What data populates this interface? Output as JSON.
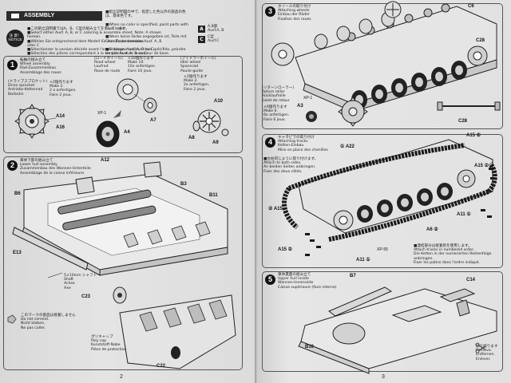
{
  "left_page": {
    "header": {
      "assembly_title": "ASSEMBLY",
      "intro_lines": [
        "■組立説明図の中で、指定した色以外の部品の色は、基本色です。",
        "■When no color is specified, paint parts with base color.",
        "■Wenn keine Farbe angegeben ist, Teile mit Grundfarbe bemalen.",
        "■Si aucune couleur n'est spécifiée, peindre les pièces avec la couleur de base."
      ],
      "codes": [
        {
          "code": "A",
          "text": "A,B部\nAusf.A, B"
        },
        {
          "code": "C",
          "text": "C型\nAusf.C"
        }
      ],
      "notice_label": "注 意！\nNOTICE",
      "notice_lines": [
        "■この組立説明書ではA、B、C型の組み立てを示しています。",
        "■Select either Ausf. A, B, or C coloring & assemble sheet. Note: A shown hereon.",
        "■Wählen Sie entsprechend dem Modell für den Zusammenbau Ausf. A, B oder C",
        "■Sélectionner la version désirée avant l'assemblage. Ausf. A, B ou C",
        "■Sélection des pièces correspondant à la version Ausf. A, B ou C."
      ]
    },
    "step1": {
      "num": "1",
      "title": "転輪の組み立て\nWheel assembly\nRad-Zusammenbau\nAssemblage des roues",
      "road_wheel": "(ロードホイール)\nRoad wheel\nLaufrad\nRoue de route",
      "road_wheel_note": "×10個作ります\nMake 10.\n10x anfertigen.\nFaire 10 jeux.",
      "idler": "(アイドラーホイール)\nIdler wheel\nSpannrad\nPoulie-guide",
      "idler_note": "×2個作ります\nMake 2.\n2x anfertigen.\nFaire 2 jeux.",
      "sprocket": "(ドライブスプロケット)\nDrive sprocket\nAntriebs-Kettenrad\nBarbotin",
      "sprocket_note": "×2個作ります\nMake 2.\n2 x anfertigen.\nFaire 2 jeux.",
      "xp_tag": "XP-1",
      "labels": [
        "A14",
        "A16",
        "A7",
        "A4",
        "A10",
        "A8",
        "A9"
      ]
    },
    "step2": {
      "num": "2",
      "title": "車体下部の組み立て\nLower hull assembly\nZusammenbau des Wannen-Unterteile\nAssemblage de la caisse inférieure",
      "labels": [
        "A12",
        "B3",
        "B6",
        "B11",
        "E13",
        "C23",
        "C22"
      ],
      "shaft_note": "5×10mm シャフト\nShaft\nAchse\nAxe",
      "no_cement": "このマークの部品は接着しません\nDo not cement.\nNicht kleben.\nNe pas coller.",
      "poly_cap": "ポリキャップ\nPoly cap\nKunststoff-Nabe\nPièce de protection"
    },
    "page_number": "2"
  },
  "right_page": {
    "step3": {
      "num": "3",
      "title": "ホイールの取り付け\nAttaching wheels\nEinbau der Räder\nFixation des roues",
      "return_roller": "(リターンローラー)\nReturn roller\nRücklaufrolle\nGalet de retour",
      "return_note": "×6個作ります\nMake 6.\n6x anfertigen.\nFaire 6 jeux.",
      "xp_tag": "XP-1",
      "labels": [
        "C6",
        "C28",
        "A3",
        "C28"
      ]
    },
    "step4": {
      "num": "4",
      "title": "キャタピラの取り付け\nAttaching tracks\nKetten-Einbau\nMise en place des chenilles",
      "left_right": "■左右同じように取り付けます。\nAttach to both sides.\nAn beiden Seiten anbringen.\nFixer des deux côtés.",
      "callouts": [
        "① A22",
        "A15 ②",
        "A15 ②",
        "② A15",
        "A11 ①",
        "A6 ②",
        "A11 ①",
        "A15 ②"
      ],
      "track_note": "■連結部分は接着剤を使用します。\nAttach tracks in numbered order.\nDie Ketten in der numerierten Reihenfolge anbringen.\nFixer les patins dans l'ordre indiqué.",
      "xp_tag": "XP-55"
    },
    "step5": {
      "num": "5",
      "title": "車体裏面の組み立て\nUpper hull inside\nWannen-Innenseite\nCaisse supérieure (face interne)",
      "labels": [
        "B7",
        "C14",
        "B10"
      ],
      "cut_note": "切り取ります\nRemove.\nEntfernen.\nEnlever."
    },
    "page_number": "3"
  }
}
